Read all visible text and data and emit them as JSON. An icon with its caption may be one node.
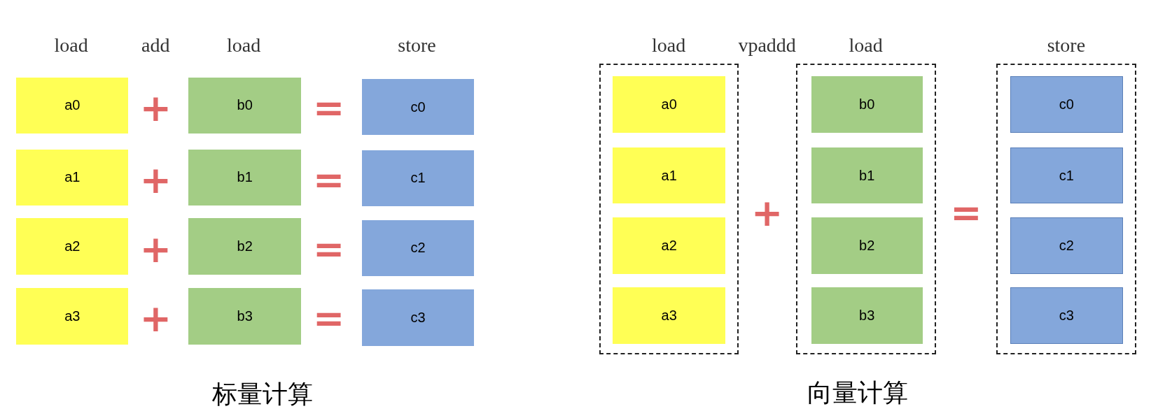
{
  "diagram": {
    "nodes": [
      {
        "text": [
          "a0"
        ]
      },
      {
        "text": [
          "b0"
        ]
      },
      {
        "text": [
          "c0"
        ]
      },
      {
        "text": [
          "a1"
        ]
      },
      {
        "text": [
          "b1"
        ]
      },
      {
        "text": [
          "c1"
        ]
      },
      {
        "text": [
          "a2"
        ]
      },
      {
        "text": [
          "b2"
        ]
      },
      {
        "text": [
          "c2"
        ]
      },
      {
        "text": [
          "a3"
        ]
      },
      {
        "text": [
          "b3"
        ]
      },
      {
        "text": [
          "c3"
        ]
      },
      {
        "text": [
          "load"
        ]
      },
      {
        "text": [
          "a0"
        ],
        "in": 12
      },
      {
        "text": [
          "a1"
        ],
        "in": 12
      },
      {
        "text": [
          "a2"
        ],
        "in": 12
      },
      {
        "text": [
          "a3"
        ],
        "in": 12
      },
      {
        "text": [
          "load"
        ]
      },
      {
        "text": [
          "b0"
        ],
        "in": 17
      },
      {
        "text": [
          "b1"
        ],
        "in": 17
      },
      {
        "text": [
          "b2"
        ],
        "in": 17
      },
      {
        "text": [
          "b3"
        ],
        "in": 17
      },
      {
        "text": [
          "store"
        ]
      },
      {
        "text": [
          "c0"
        ],
        "in": 22
      },
      {
        "text": [
          "c1"
        ],
        "in": 22
      },
      {
        "text": [
          "c2"
        ],
        "in": 22
      },
      {
        "text": [
          "c3"
        ],
        "in": 22
      }
    ],
    "labels": [
      "load",
      "add",
      "load",
      "store",
      "vpaddd",
      "+",
      "=",
      "+",
      "=",
      "+",
      "=",
      "+",
      "=",
      "+",
      "=",
      "标量计算",
      "向量计算"
    ]
  }
}
